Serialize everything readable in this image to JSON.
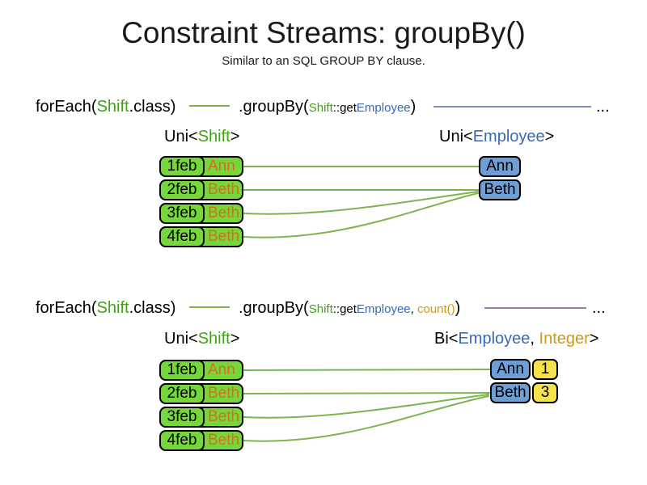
{
  "title": "Constraint Streams: groupBy()",
  "subtitle": "Similar to an SQL GROUP BY clause.",
  "colors": {
    "green": "#3fa40f",
    "blue": "#3a68b5",
    "gold": "#c99a1a",
    "orange": "#d2711c",
    "box-green": "#76d73c",
    "box-blue": "#6d9fd6",
    "box-yellow": "#f6e24b",
    "line-green": "#7cb54e",
    "line-blue": "#7b8fc4",
    "line-purple": "#9b7fae"
  },
  "section1": {
    "code": {
      "foreach_prefix": "forEach(",
      "foreach_class": "Shift",
      "foreach_suffix": ".class)",
      "groupby_prefix": ".groupBy(",
      "arg1_class": "Shift",
      "arg1_mid": "::get",
      "arg1_type": "Employee",
      "groupby_suffix": ")",
      "ellipsis": "..."
    },
    "left_label": {
      "prefix": "Uni<",
      "type": "Shift",
      "suffix": ">"
    },
    "right_label": {
      "prefix": "Uni<",
      "type": "Employee",
      "suffix": ">"
    },
    "rows": [
      {
        "date": "1feb",
        "name": "Ann"
      },
      {
        "date": "2feb",
        "name": "Beth"
      },
      {
        "date": "3feb",
        "name": "Beth"
      },
      {
        "date": "4feb",
        "name": "Beth"
      }
    ],
    "groups": [
      {
        "label": "Ann"
      },
      {
        "label": "Beth"
      }
    ]
  },
  "section2": {
    "code": {
      "foreach_prefix": "forEach(",
      "foreach_class": "Shift",
      "foreach_suffix": ".class)",
      "groupby_prefix": ".groupBy(",
      "arg1_class": "Shift",
      "arg1_mid": "::get",
      "arg1_type": "Employee",
      "comma": ", ",
      "arg2": "count()",
      "groupby_suffix": ")",
      "ellipsis": "..."
    },
    "left_label": {
      "prefix": "Uni<",
      "type": "Shift",
      "suffix": ">"
    },
    "right_label": {
      "prefix": "Bi<",
      "type1": "Employee",
      "comma": ", ",
      "type2": "Integer",
      "suffix": ">"
    },
    "rows": [
      {
        "date": "1feb",
        "name": "Ann"
      },
      {
        "date": "2feb",
        "name": "Beth"
      },
      {
        "date": "3feb",
        "name": "Beth"
      },
      {
        "date": "4feb",
        "name": "Beth"
      }
    ],
    "groups": [
      {
        "label": "Ann",
        "count": "1"
      },
      {
        "label": "Beth",
        "count": "3"
      }
    ]
  }
}
